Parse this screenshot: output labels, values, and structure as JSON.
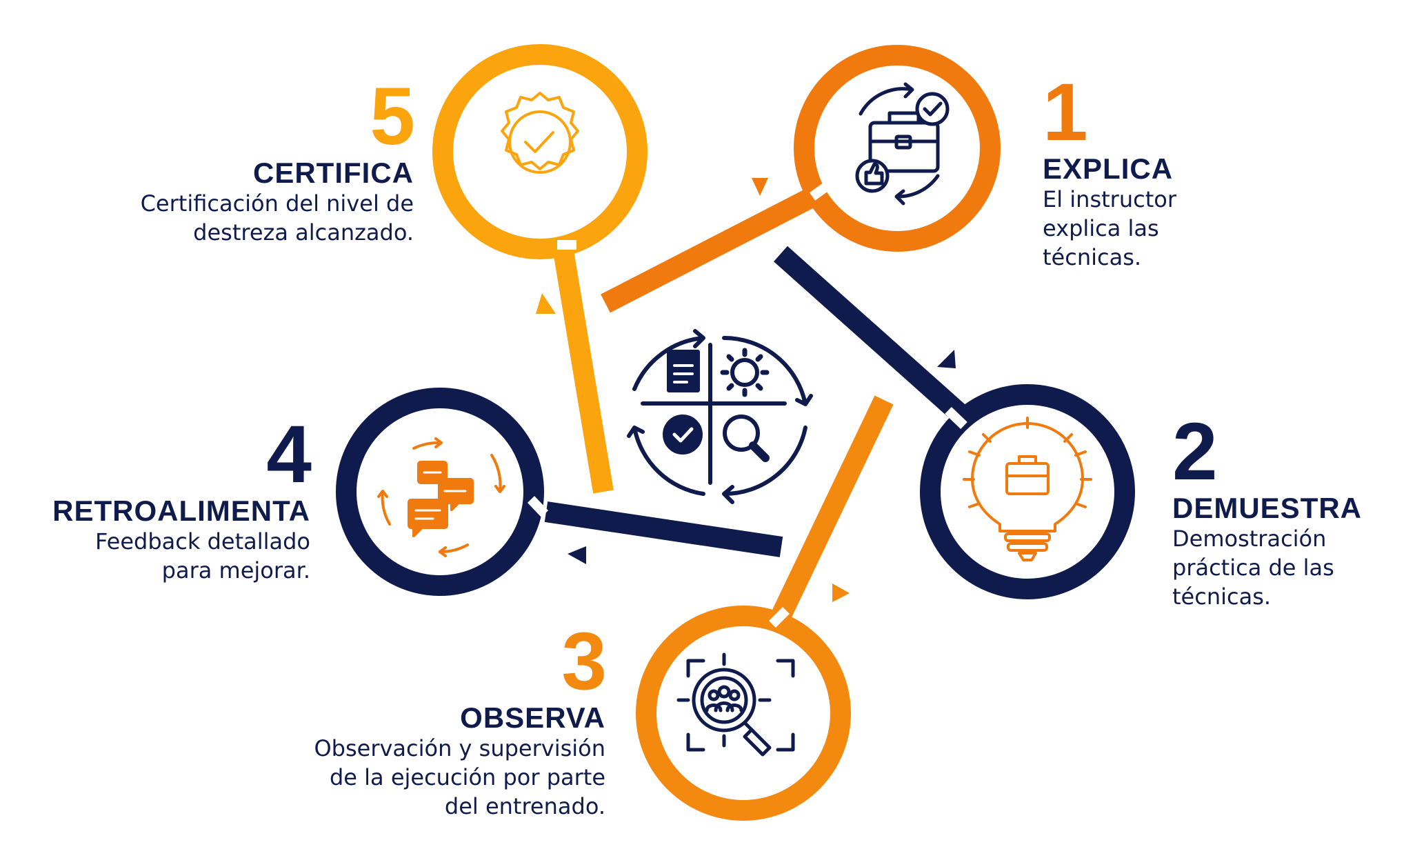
{
  "colors": {
    "navy": "#0f1b4c",
    "orange_dark": "#f07a0d",
    "orange_mid": "#f4890f",
    "orange_light": "#fba40e"
  },
  "center": {
    "icon": "process-cycle-icon"
  },
  "steps": [
    {
      "number": "1",
      "title": "EXPLICA",
      "description": "El instructor\nexplica las\ntécnicas.",
      "icon": "briefcase-thumbs-up-icon",
      "color": "#f07a0d"
    },
    {
      "number": "2",
      "title": "DEMUESTRA",
      "description": "Demostración\npráctica de las\ntécnicas.",
      "icon": "lightbulb-briefcase-icon",
      "color": "#0f1b4c"
    },
    {
      "number": "3",
      "title": "OBSERVA",
      "description": "Observación y supervisión\nde la ejecución por parte\ndel entrenado.",
      "icon": "magnifier-group-icon",
      "color": "#f4890f"
    },
    {
      "number": "4",
      "title": "RETROALIMENTA",
      "description": "Feedback detallado\npara mejorar.",
      "icon": "chat-cycle-icon",
      "color": "#0f1b4c"
    },
    {
      "number": "5",
      "title": "CERTIFICA",
      "description": "Certificación del nivel de\ndestreza alcanzado.",
      "icon": "badge-check-icon",
      "color": "#fba40e"
    }
  ]
}
